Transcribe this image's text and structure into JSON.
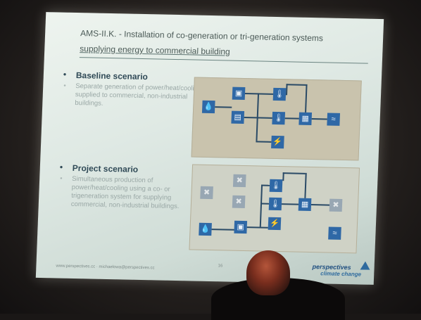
{
  "slide": {
    "title_line1": "AMS-II.K. - Installation of co-generation or tri-generation systems",
    "title_line2": "supplying energy to commercial building",
    "baseline": {
      "heading": "Baseline scenario",
      "text": "Separate generation of power/heat/cooling supplied to commercial, non-industrial buildings."
    },
    "project": {
      "heading": "Project scenario",
      "text": "Simultaneous production of power/heat/cooling using a co- or trigeneration system for supplying commercial, non-industrial buildings."
    },
    "footer_url": "www.perspectives.cc · michaelowa@perspectives.cc",
    "page_number": "16",
    "logo_line1": "perspectives",
    "logo_line2": "climate change"
  },
  "colors": {
    "slide_bg": "#dfe9e4",
    "heading": "#304a57",
    "diagram_box": "#2f68a6",
    "diagram_bg": "#c9c3ad"
  },
  "icons": {
    "fuel": "drop-icon",
    "power": "factory-icon",
    "heat": "thermometer-icon",
    "cooling": "bolt-icon",
    "building": "building-icon",
    "output": "heat-waves-icon"
  }
}
